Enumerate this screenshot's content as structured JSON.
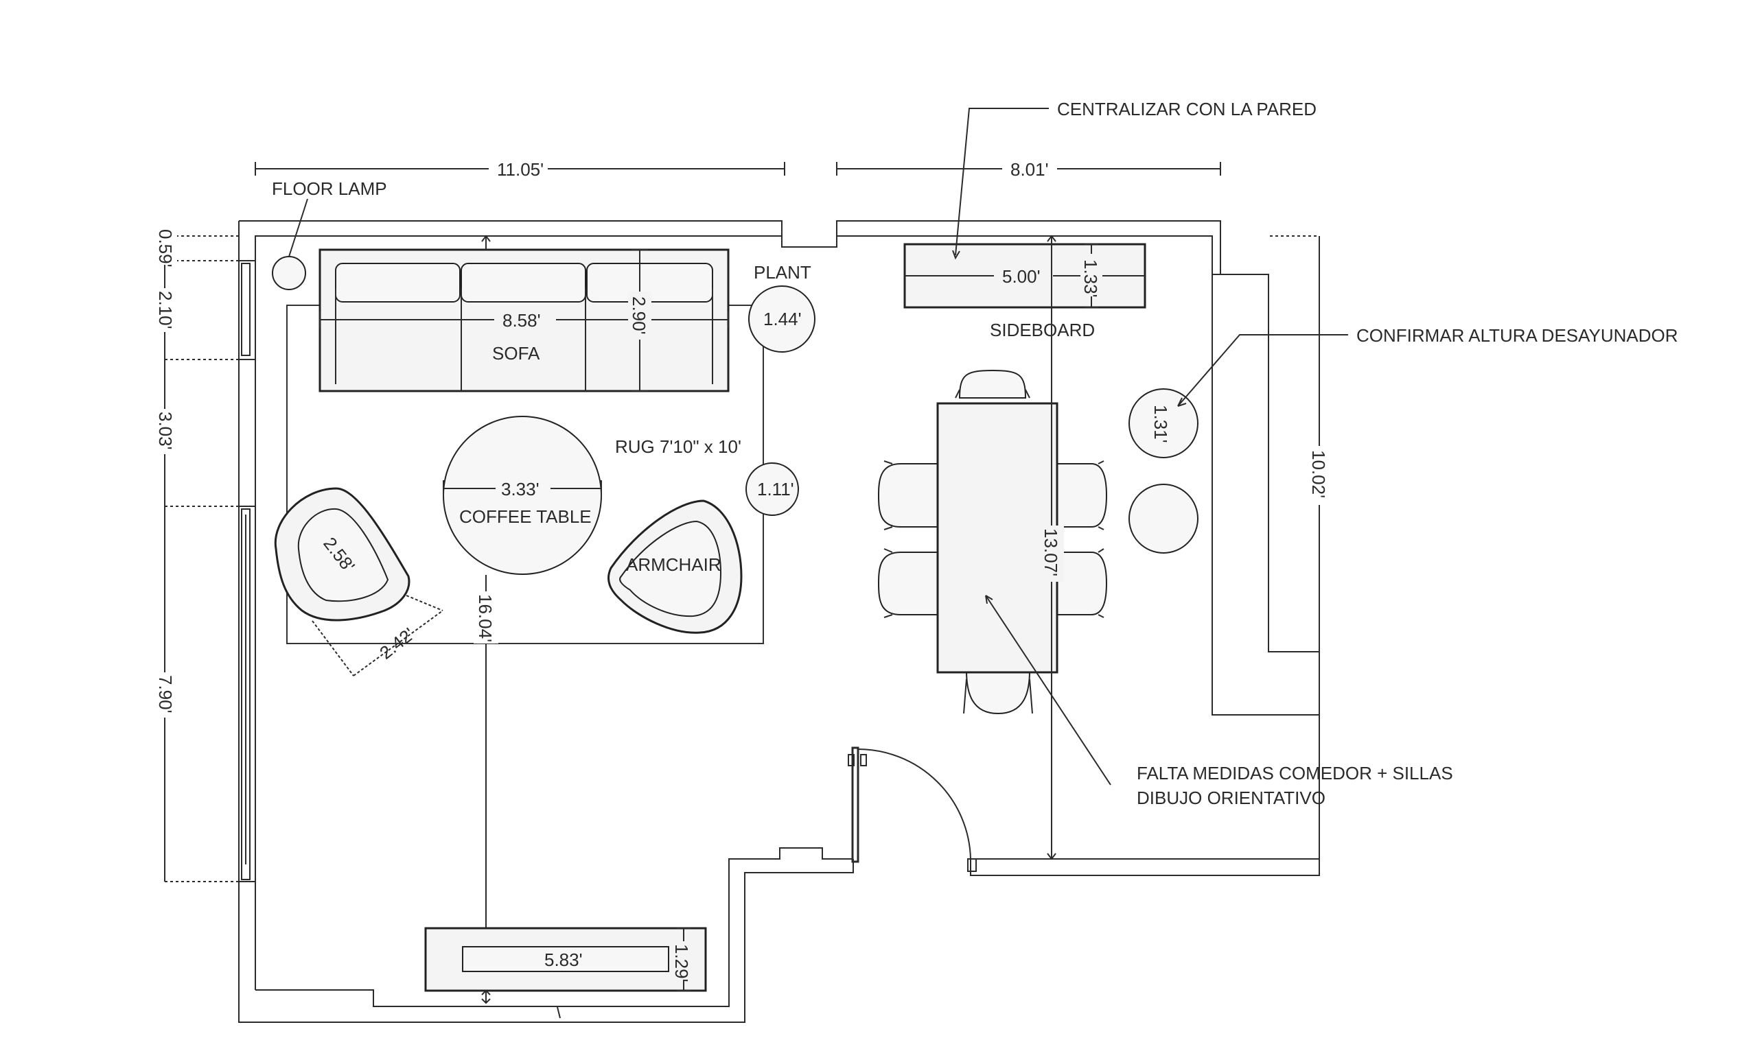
{
  "notes": {
    "centralizar": "CENTRALIZAR CON LA PARED",
    "confirmar": "CONFIRMAR ALTURA  DESAYUNADOR",
    "falta_line1": "FALTA MEDIDAS COMEDOR + SILLAS",
    "falta_line2": "DIBUJO ORIENTATIVO"
  },
  "labels": {
    "floor_lamp": "FLOOR LAMP",
    "plant": "PLANT",
    "sofa": "SOFA",
    "sideboard": "SIDEBOARD",
    "rug": "RUG  7'10\" x  10'",
    "coffee_table": "COFFEE TABLE",
    "armchair": "ARMCHAIR"
  },
  "dimensions": {
    "top_left_width": "11.05'",
    "top_right_width": "8.01'",
    "left_059": "0.59'",
    "left_210": "2.10'",
    "left_303": "3.03'",
    "left_790": "7.90'",
    "right_height": "10.02'",
    "sofa_length": "8.58'",
    "sofa_depth": "2.90'",
    "plant_diameter": "1.44'",
    "sideboard_length": "5.00'",
    "sideboard_depth": "1.33'",
    "coffee_table_diameter": "3.33'",
    "side_table_diameter": "1.11'",
    "armchair_depth": "2.58'",
    "armchair_width": "2.42'",
    "center_depth": "16.04'",
    "dining_depth": "13.07'",
    "stool_diameter": "1.31'",
    "tv_console_length": "5.83'",
    "tv_console_depth": "1.29'"
  }
}
